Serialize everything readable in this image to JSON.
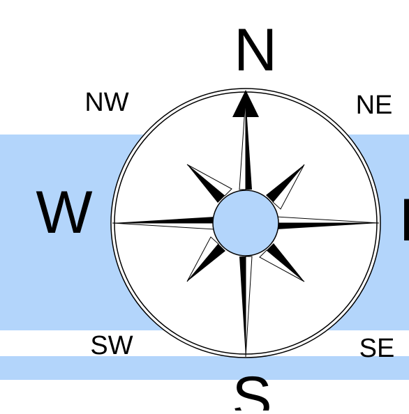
{
  "compass": {
    "labels": {
      "north": "N",
      "south": "S",
      "west": "W",
      "east": "E",
      "northwest": "NW",
      "northeast": "NE",
      "southwest": "SW",
      "southeast": "SE"
    },
    "colors": {
      "band": "#b3d5fb",
      "hub": "#b3d5fb",
      "ink": "#000000",
      "ring": "#ffffff"
    }
  }
}
